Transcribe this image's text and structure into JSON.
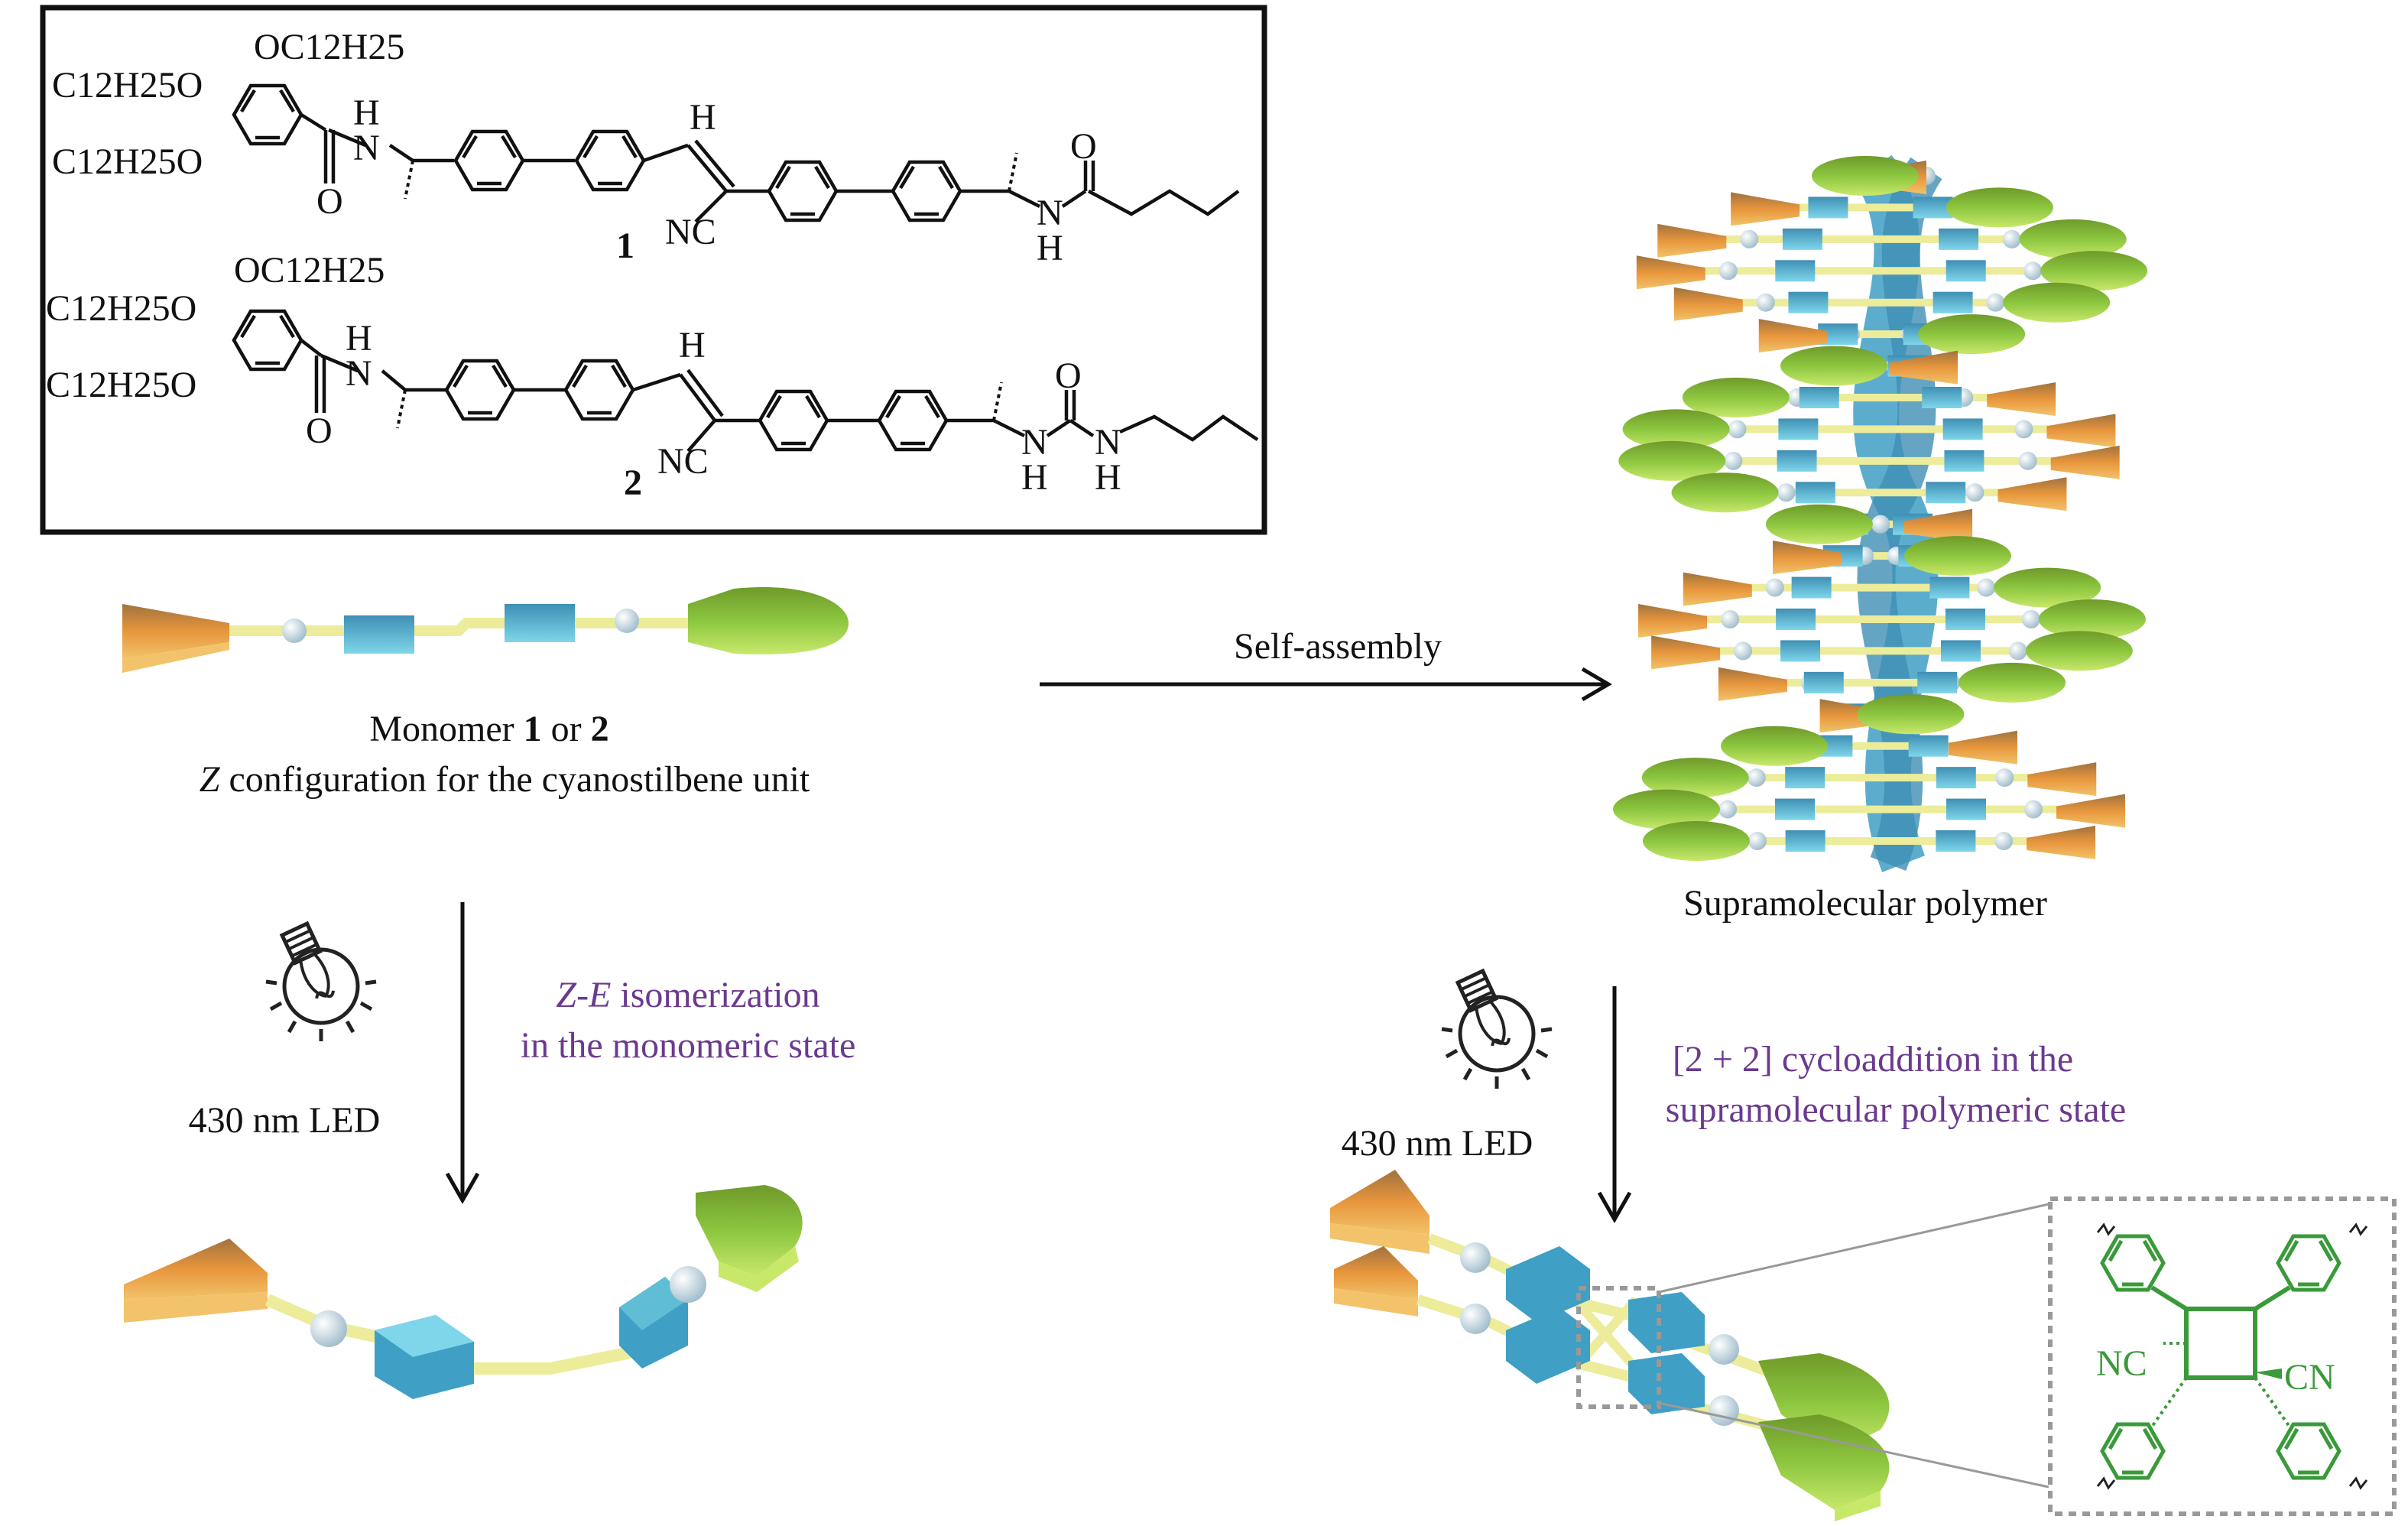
{
  "compound_box": {
    "compound1": {
      "number": "1",
      "groups": {
        "top_oalkyl": "OC12H25",
        "left_oalkyl_1": "C12H25O",
        "left_oalkyl_2": "C12H25O",
        "amide_nh": "H N",
        "carbonyl_o": "O",
        "vinyl_h": "H",
        "nitrile": "NC",
        "right_o": "O",
        "right_nh": "N H"
      }
    },
    "compound2": {
      "number": "2",
      "groups": {
        "top_oalkyl": "OC12H25",
        "left_oalkyl_1": "C12H25O",
        "left_oalkyl_2": "C12H25O",
        "amide_nh": "H N",
        "carbonyl_o": "O",
        "vinyl_h": "H",
        "nitrile": "NC",
        "urea_o": "O",
        "urea_nh_1": "N H",
        "urea_nh_2": "N H"
      }
    }
  },
  "monomer_caption": {
    "line1_prefix": "Monomer ",
    "line1_n1": "1",
    "line1_mid": " or ",
    "line1_n2": "2",
    "line2_italic": "Z",
    "line2_rest": " configuration for the cyanostilbene unit"
  },
  "self_assembly_label": "Self-assembly",
  "polymer_caption": "Supramolecular polymer",
  "left_process": {
    "italic": "Z-E",
    "line1_rest": " isomerization",
    "line2": "in the monomeric state",
    "led_label": "430 nm LED"
  },
  "right_process": {
    "line1": "[2 + 2] cycloaddition in the",
    "line2": "supramolecular polymeric state",
    "led_label": "430 nm LED"
  },
  "inset": {
    "nitrile_left": "NC",
    "nitrile_right": "CN"
  },
  "colors": {
    "orange": "#e8963c",
    "green": "#8cc63f",
    "blue": "#3f9fc4",
    "linker": "#ecec9a",
    "bead": "#c5dbe5",
    "purple_text": "#6b3a8f",
    "inset_green": "#3a9a3a"
  }
}
